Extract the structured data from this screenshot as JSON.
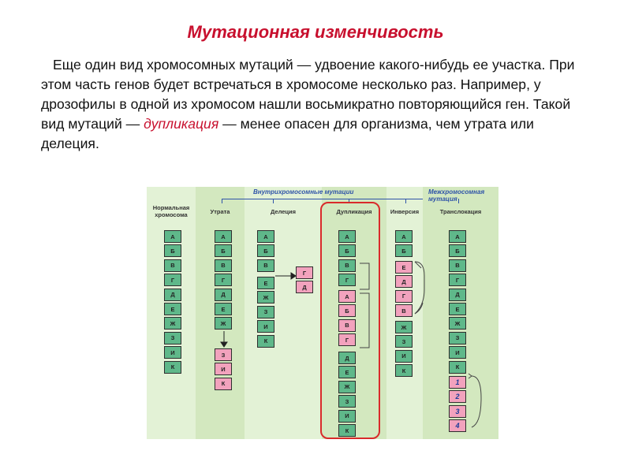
{
  "title": "Мутационная изменчивость",
  "paragraph": {
    "part1": "Еще один вид хромосомных мутаций — удвоение какого-нибудь ее участка. При этом часть генов будет встречаться в хромосоме несколько раз. Например, у дрозофилы в одной из хромосом нашли восьмикратно повторяющийся ген. Такой вид мутаций — ",
    "highlight": "дупликация",
    "part2": " — менее опасен для организма, чем утрата или делеция."
  },
  "diagram": {
    "group_intra": "Внутрихромосомные мутации",
    "group_inter_1": "Межхромосомная",
    "group_inter_2": "мутация",
    "columns": {
      "normal_1": "Нормальная",
      "normal_2": "хромосома",
      "loss": "Утрата",
      "deletion": "Делеция",
      "duplication": "Дупликация",
      "inversion": "Инверсия",
      "translocation": "Транслокация"
    },
    "colors": {
      "gene_green": "#5fb88a",
      "gene_pink": "#f2a2bd",
      "highlight_frame": "#d92a2a",
      "group_label": "#2e53a8"
    },
    "chromosomes": {
      "normal": [
        [
          "А",
          "g"
        ],
        [
          "Б",
          "g"
        ],
        [
          "В",
          "g"
        ],
        [
          "Г",
          "g"
        ],
        [
          "Д",
          "g"
        ],
        [
          "Е",
          "g"
        ],
        [
          "Ж",
          "g"
        ],
        [
          "З",
          "g"
        ],
        [
          "И",
          "g"
        ],
        [
          "К",
          "g"
        ]
      ],
      "loss_main": [
        [
          "А",
          "g"
        ],
        [
          "Б",
          "g"
        ],
        [
          "В",
          "g"
        ],
        [
          "Г",
          "g"
        ],
        [
          "Д",
          "g"
        ],
        [
          "Е",
          "g"
        ],
        [
          "Ж",
          "g"
        ]
      ],
      "loss_piece": [
        [
          "З",
          "p"
        ],
        [
          "И",
          "p"
        ],
        [
          "К",
          "p"
        ]
      ],
      "deletion_main_top": [
        [
          "А",
          "g"
        ],
        [
          "Б",
          "g"
        ],
        [
          "В",
          "g"
        ]
      ],
      "deletion_main_bottom": [
        [
          "Е",
          "g"
        ],
        [
          "Ж",
          "g"
        ],
        [
          "З",
          "g"
        ],
        [
          "И",
          "g"
        ],
        [
          "К",
          "g"
        ]
      ],
      "deletion_piece": [
        [
          "Г",
          "p"
        ],
        [
          "Д",
          "p"
        ]
      ],
      "dup_top": [
        [
          "А",
          "g"
        ],
        [
          "Б",
          "g"
        ],
        [
          "В",
          "g"
        ],
        [
          "Г",
          "g"
        ]
      ],
      "dup_mid": [
        [
          "А",
          "p"
        ],
        [
          "Б",
          "p"
        ],
        [
          "В",
          "p"
        ],
        [
          "Г",
          "p"
        ]
      ],
      "dup_bottom": [
        [
          "Д",
          "g"
        ],
        [
          "Е",
          "g"
        ],
        [
          "Ж",
          "g"
        ],
        [
          "З",
          "g"
        ],
        [
          "И",
          "g"
        ],
        [
          "К",
          "g"
        ]
      ],
      "inv_top": [
        [
          "А",
          "g"
        ],
        [
          "Б",
          "g"
        ]
      ],
      "inv_mid": [
        [
          "Е",
          "p"
        ],
        [
          "Д",
          "p"
        ],
        [
          "Г",
          "p"
        ],
        [
          "В",
          "p"
        ]
      ],
      "inv_bottom": [
        [
          "Ж",
          "g"
        ],
        [
          "З",
          "g"
        ],
        [
          "И",
          "g"
        ],
        [
          "К",
          "g"
        ]
      ],
      "trans_main": [
        [
          "А",
          "g"
        ],
        [
          "Б",
          "g"
        ],
        [
          "В",
          "g"
        ],
        [
          "Г",
          "g"
        ],
        [
          "Д",
          "g"
        ],
        [
          "Е",
          "g"
        ],
        [
          "Ж",
          "g"
        ],
        [
          "З",
          "g"
        ],
        [
          "И",
          "g"
        ],
        [
          "К",
          "g"
        ]
      ],
      "trans_added": [
        [
          "1",
          "n"
        ],
        [
          "2",
          "n"
        ],
        [
          "3",
          "n"
        ],
        [
          "4",
          "n"
        ]
      ]
    }
  }
}
